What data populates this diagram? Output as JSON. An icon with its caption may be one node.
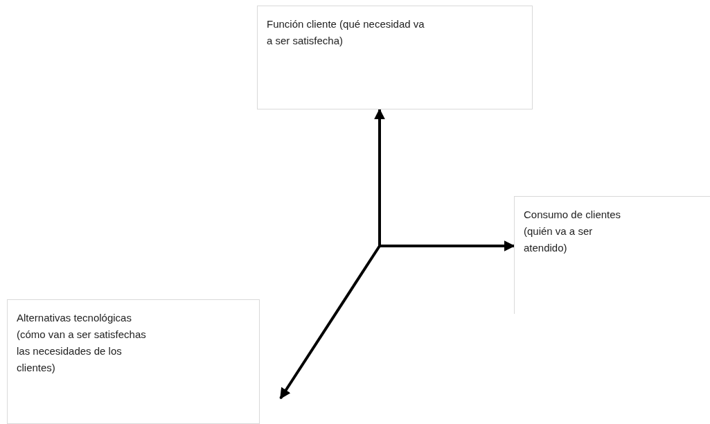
{
  "diagram": {
    "nodes": [
      {
        "text": [
          "Función cliente (qué necesidad va a ser satisfecha)"
        ]
      },
      {
        "text": [
          "Consumo de clientes (quién va a ser atendido)"
        ]
      },
      {
        "text": [
          "Alternativas tecnológicas (cómo van a ser satisfechas las necesidades de los clientes)"
        ]
      }
    ],
    "edges": [
      {
        "from": null,
        "to": 0,
        "arrow": "to"
      },
      {
        "from": null,
        "to": 1,
        "arrow": "to"
      },
      {
        "from": null,
        "to": 2,
        "arrow": "to"
      }
    ]
  }
}
